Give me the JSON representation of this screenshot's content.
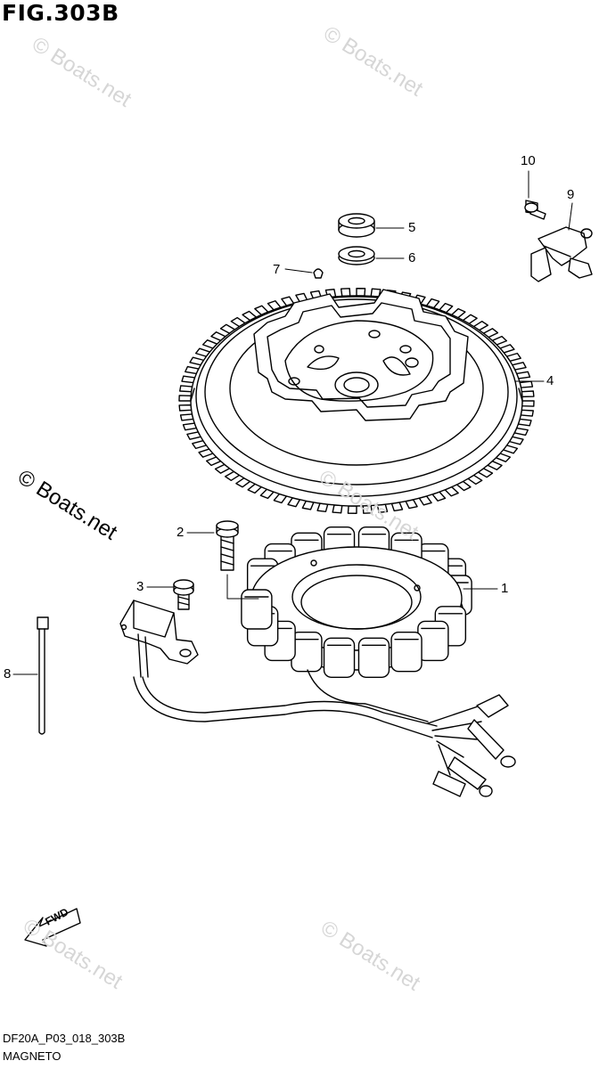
{
  "figure": {
    "title": "FIG.303B",
    "code": "DF20A_P03_018_303B",
    "name": "MAGNETO"
  },
  "watermark": "© Boats.net",
  "fwd_label": "FWD",
  "callouts": [
    {
      "number": "1"
    },
    {
      "number": "2"
    },
    {
      "number": "3"
    },
    {
      "number": "4"
    },
    {
      "number": "5"
    },
    {
      "number": "6"
    },
    {
      "number": "7"
    },
    {
      "number": "8"
    },
    {
      "number": "9"
    },
    {
      "number": "10"
    }
  ]
}
